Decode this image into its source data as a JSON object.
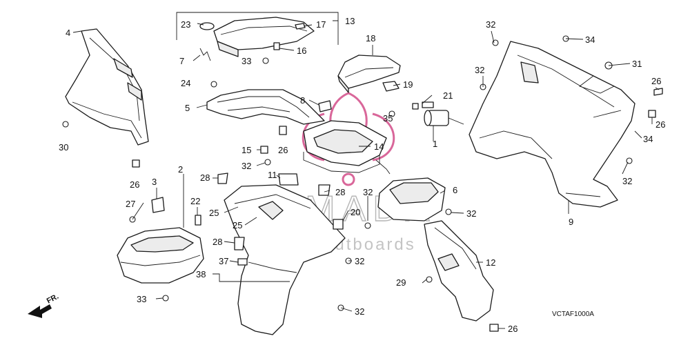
{
  "diagram_code": "VCTAF1000A",
  "watermark": {
    "brand": "ARMADA",
    "tagline": "marine outboards",
    "logo_color": "#d9679a"
  },
  "direction_marker": "FR.",
  "callouts": {
    "c1": "1",
    "c2": "2",
    "c3": "3",
    "c4": "4",
    "c5": "5",
    "c6": "6",
    "c7": "7",
    "c8": "8",
    "c9": "9",
    "c11": "11",
    "c12": "12",
    "c13": "13",
    "c14": "14",
    "c15": "15",
    "c16": "16",
    "c17": "17",
    "c18": "18",
    "c19": "19",
    "c20": "20",
    "c21": "21",
    "c22": "22",
    "c23": "23",
    "c24": "24",
    "c25a": "25",
    "c25b": "25",
    "c26a": "26",
    "c26b": "26",
    "c26c": "26",
    "c26d": "26",
    "c26e": "26",
    "c27": "27",
    "c28a": "28",
    "c28b": "28",
    "c28c": "28",
    "c29": "29",
    "c30": "30",
    "c31": "31",
    "c32a": "32",
    "c32b": "32",
    "c32c": "32",
    "c32d": "32",
    "c32e": "32",
    "c32f": "32",
    "c32g": "32",
    "c32h": "32",
    "c33a": "33",
    "c33b": "33",
    "c34a": "34",
    "c34b": "34",
    "c35": "35",
    "c37": "37",
    "c38": "38"
  }
}
